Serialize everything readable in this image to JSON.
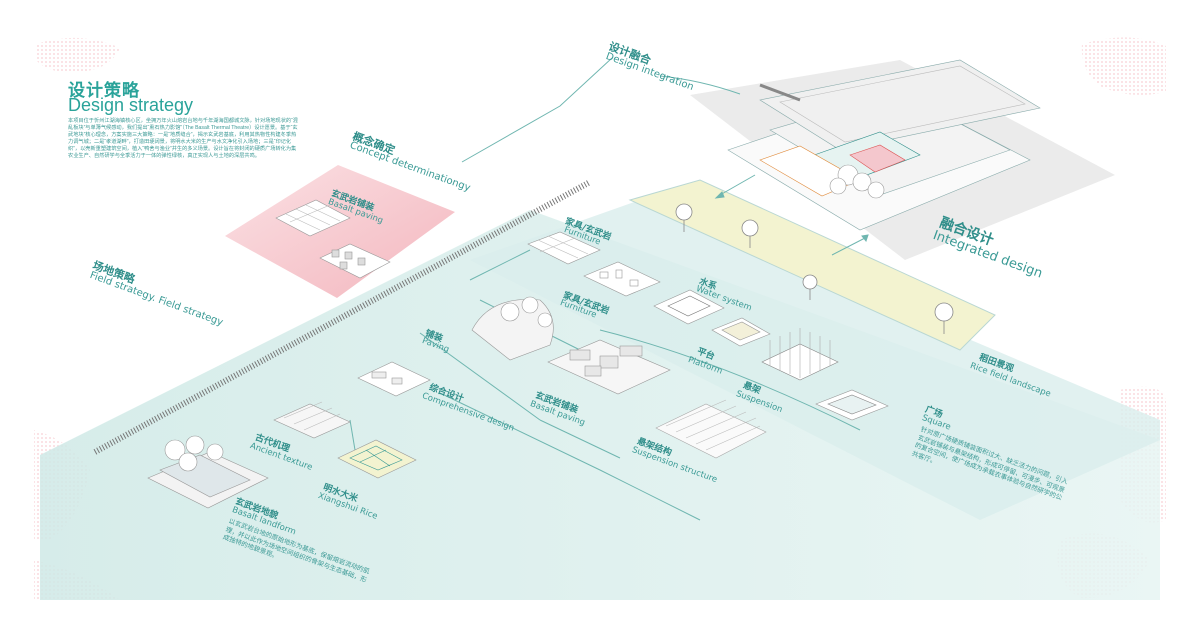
{
  "header": {
    "title_zh": "设计策略",
    "title_en": "Design strategy",
    "intro": "本项目位于忻州江湖海镇核心区，坐拥万年火山熔岩台地与千年湖海国都城文脉，针对场地现状的“混乱板块”与单薄气候感动，我们提出“熏石热力影馆”（The Basalt Thermal Theatre）设计愿景。基于“玄武地块”核心理念，方案实施三大策略：一是“地质缝合”，揭示玄武岩基底，利用其热物性构建冬季热力调气城；二是“孝道湖畔”，打造田埂阔景，将明水大米的生产与水文净化引入场地；三是“印记化织”，以壳新重塑建筑空间，植入“鸭舍与渔业”并生的多义场景。设计旨在将封闭的硬质广场转化为集农业生产、自然研学与全季活力于一体的弹性绿核，真正实现人与土地的深层共鸣。"
  },
  "sections": {
    "concept_zh": "概念确定",
    "concept_en": "Concept determinationgy",
    "integration_zh": "设计融合",
    "integration_en": "Design integration",
    "field_zh": "场地策略",
    "field_en": "Field strategy. Field strategy",
    "integrated_zh": "融合设计",
    "integrated_en": "Integrated design"
  },
  "labels": {
    "basalt_paving_top_zh": "玄武岩铺装",
    "basalt_paving_top_en": "Basalt paving",
    "furniture1_zh": "家具/玄武岩",
    "furniture1_en": "Furniture",
    "furniture2_zh": "家具/玄武岩",
    "furniture2_en": "Furniture",
    "water_zh": "水系",
    "water_en": "Water system",
    "platform_zh": "平台",
    "platform_en": "Platform",
    "suspension_zh": "悬架",
    "suspension_en": "Suspension",
    "paving_zh": "铺装",
    "paving_en": "Paving",
    "comprehensive_zh": "综合设计",
    "comprehensive_en": "Comprehensive design",
    "basalt_paving_zh": "玄武岩铺装",
    "basalt_paving_en": "Basalt paving",
    "suspension_structure_zh": "悬架结构",
    "suspension_structure_en": "Suspension structure",
    "ancient_zh": "古代机理",
    "ancient_en": "Ancient texture",
    "rice_zh": "明水大米",
    "rice_en": "Xiangshui Rice",
    "landform_zh": "玄武岩地貌",
    "landform_en": "Basalt landform",
    "landform_desc": "以玄武岩台地的原始地形为基底，保留熔岩流动的肌理，并以此作为场地空间组织的骨架与生态基础，形成独特的地貌景观。",
    "square_zh": "广场",
    "square_en": "Square",
    "square_desc": "针对原广场硬质铺装面积过大、缺乏活力的问题，引入玄武岩铺装与悬架结构，形成可停留、可漫步、可观景的复合空间，使广场成为承载农事体验与自然研学的公共客厅。",
    "rice_landscape_zh": "稻田景观",
    "rice_landscape_en": "Rice field landscape"
  },
  "colors": {
    "teal": "#2f8e8a",
    "teal_light": "#d6ecea",
    "pink": "#f2b9c0",
    "yellow": "#f2f2cf",
    "grey": "#e9e9e9"
  }
}
